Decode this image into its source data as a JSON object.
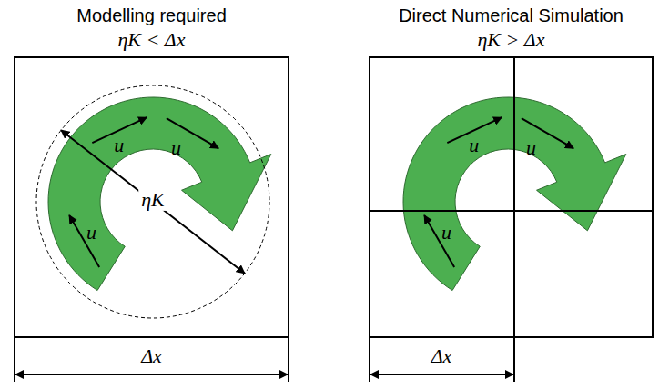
{
  "diagram": {
    "nodes": [
      {
        "text": [
          "Modelling required",
          "ηK < Δx"
        ]
      },
      {
        "text": [
          "Direct Numerical Simulation",
          "ηK > Δx"
        ]
      }
    ],
    "labels": [
      "u⃗",
      "u⃗",
      "ηK",
      "u⃗",
      "Δx",
      "u⃗",
      "u⃗",
      "u⃗",
      "Δx"
    ]
  }
}
